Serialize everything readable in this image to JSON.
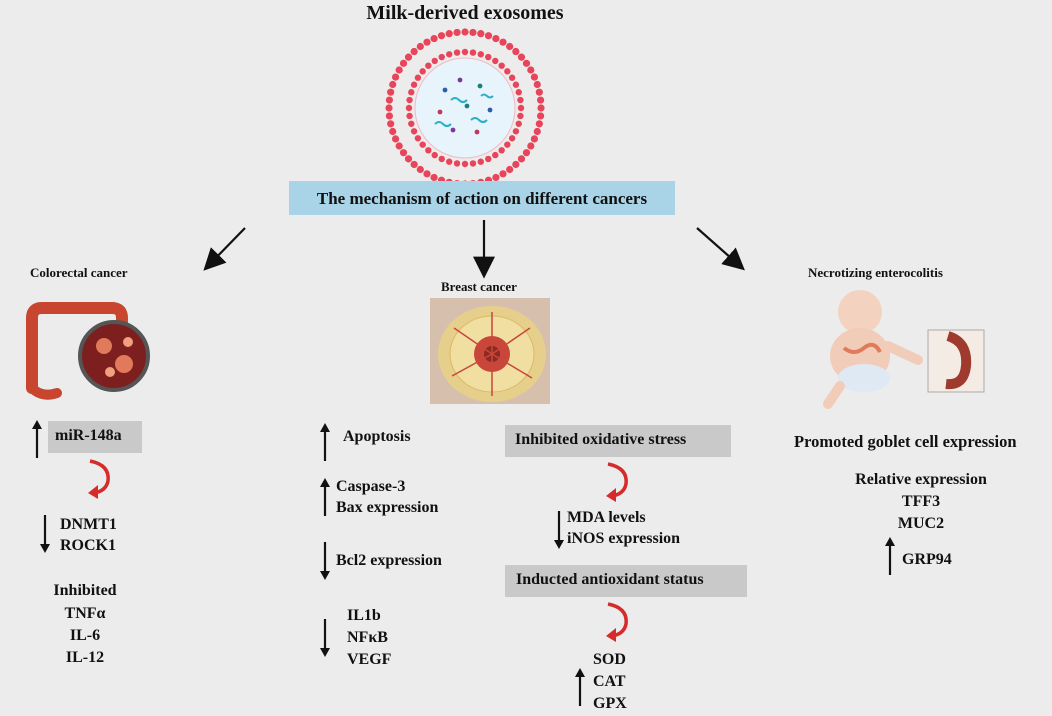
{
  "title": "Milk-derived exosomes",
  "mechanism_label": "The mechanism of action on different cancers",
  "colorectal": {
    "heading": "Colorectal cancer",
    "mir": "miR-148a",
    "down": [
      "DNMT1",
      "ROCK1"
    ],
    "inhibited_label": "Inhibited",
    "inhibited": [
      "TNFα",
      "IL-6",
      "IL-12"
    ]
  },
  "breast": {
    "heading": "Breast cancer",
    "apoptosis": "Apoptosis",
    "caspase": [
      "Caspase-3",
      "Bax expression"
    ],
    "bcl2": "Bcl2 expression",
    "inflam": [
      "IL1b",
      "NFκB",
      "VEGF"
    ],
    "oxidative_label": "Inhibited  oxidative stress",
    "oxidative": [
      "MDA levels",
      "iNOS expression"
    ],
    "antioxidant_label": "Inducted antioxidant status",
    "antioxidant": [
      "SOD",
      "CAT",
      "GPX"
    ]
  },
  "nec": {
    "heading": "Necrotizing  enterocolitis",
    "goblet": "Promoted goblet cell expression",
    "relative_label": "Relative expression",
    "relative": [
      "TFF3",
      "MUC2"
    ],
    "grp": "GRP94"
  },
  "colors": {
    "curve_arrow": "#d62b2b",
    "blue_box": "#a9d3e7",
    "grey_box": "#c9c9c9",
    "membrane": "#e8445a"
  }
}
